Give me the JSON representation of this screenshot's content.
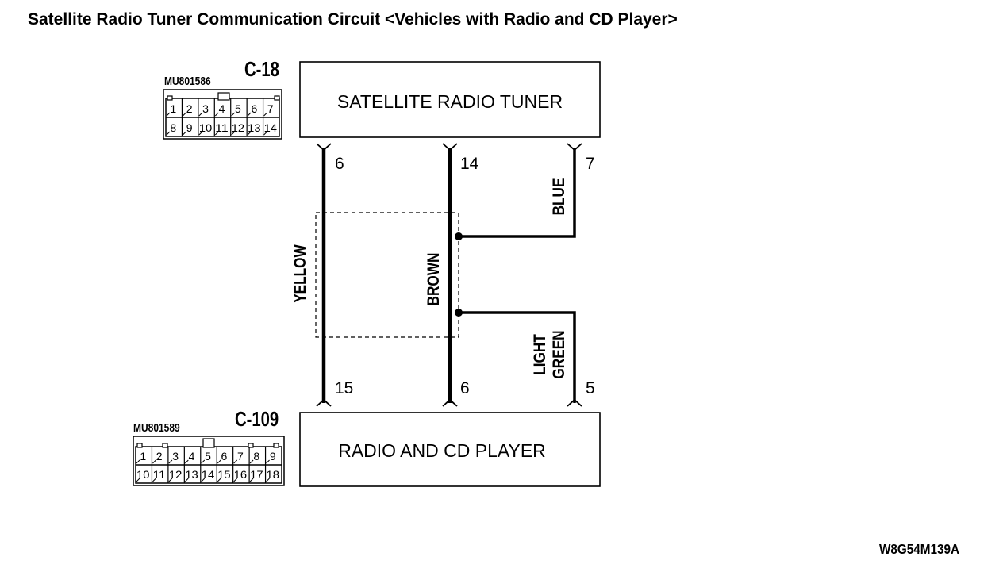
{
  "title": "Satellite Radio Tuner Communication Circuit <Vehicles with Radio and CD Player>",
  "figure_id": "W8G54M139A",
  "components": {
    "tuner": {
      "name": "SATELLITE RADIO TUNER",
      "connector_id": "C-18",
      "part_number": "MU801586",
      "pins_top": [
        "1",
        "2",
        "3",
        "4",
        "5",
        "6",
        "7"
      ],
      "pins_bottom": [
        "8",
        "9",
        "10",
        "11",
        "12",
        "13",
        "14"
      ]
    },
    "radio": {
      "name": "RADIO AND CD PLAYER",
      "connector_id": "C-109",
      "part_number": "MU801589",
      "pins_top": [
        "1",
        "2",
        "3",
        "4",
        "5",
        "6",
        "7",
        "8",
        "9"
      ],
      "pins_bottom": [
        "10",
        "11",
        "12",
        "13",
        "14",
        "15",
        "16",
        "17",
        "18"
      ]
    }
  },
  "wires": [
    {
      "color": "YELLOW",
      "tuner_pin": "6",
      "radio_pin": "15"
    },
    {
      "color": "BROWN",
      "tuner_pin": "14",
      "radio_pin": "6"
    },
    {
      "color": "BLUE",
      "tuner_pin": "7"
    },
    {
      "color_line1": "LIGHT",
      "color_line2": "GREEN",
      "radio_pin": "5"
    }
  ]
}
